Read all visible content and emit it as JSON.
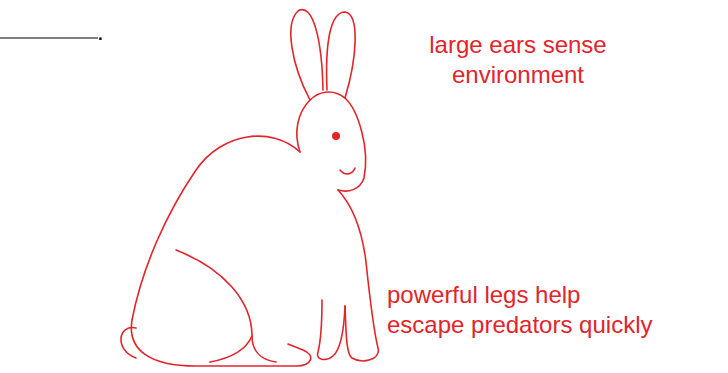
{
  "diagram": {
    "labels": [
      ".",
      "large ears sense environment",
      "powerful legs help escape predators quickly"
    ]
  }
}
